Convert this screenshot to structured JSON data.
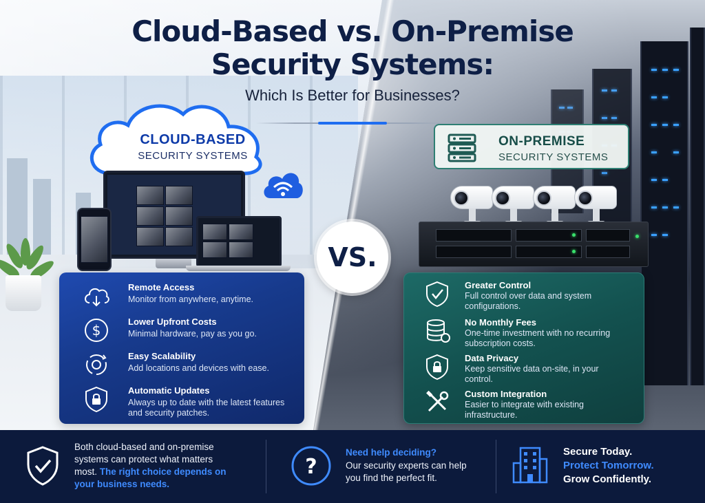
{
  "title": {
    "line1": "Cloud-Based vs. On-Premise",
    "line2": "Security Systems:",
    "subtitle": "Which Is Better for Businesses?"
  },
  "cloud": {
    "title": "CLOUD-BASED",
    "subtitle": "SECURITY SYSTEMS"
  },
  "onprem": {
    "title": "ON-PREMISE",
    "subtitle": "SECURITY SYSTEMS"
  },
  "vs_label": "VS.",
  "cloud_features": [
    {
      "icon": "cloud-download-icon",
      "title": "Remote Access",
      "desc": "Monitor from anywhere, anytime."
    },
    {
      "icon": "dollar-circle-icon",
      "title": "Lower Upfront Costs",
      "desc": "Minimal hardware, pay as you go."
    },
    {
      "icon": "scale-arrows-icon",
      "title": "Easy Scalability",
      "desc": "Add locations and devices with ease."
    },
    {
      "icon": "shield-lock-icon",
      "title": "Automatic Updates",
      "desc": "Always up to date with the latest features and security patches."
    }
  ],
  "onprem_features": [
    {
      "icon": "shield-check-icon",
      "title": "Greater Control",
      "desc": "Full control over data and system configurations."
    },
    {
      "icon": "database-icon",
      "title": "No Monthly Fees",
      "desc": "One-time investment with no recurring subscription costs."
    },
    {
      "icon": "lock-icon",
      "title": "Data Privacy",
      "desc": "Keep sensitive data on-site, in your control."
    },
    {
      "icon": "wrench-icon",
      "title": "Custom Integration",
      "desc": "Easier to integrate with existing infrastructure."
    }
  ],
  "footer": {
    "col1_text": "Both cloud-based and on-premise systems can protect what matters most.",
    "col1_accent": "The right choice depends on your business needs.",
    "col2_title": "Need help deciding?",
    "col2_text": "Our security experts can help you find the perfect fit.",
    "col3_line1": "Secure Today.",
    "col3_line2": "Protect Tomorrow.",
    "col3_line3": "Grow Confidently."
  },
  "colors": {
    "navy": "#0e1f46",
    "blue_accent": "#1f6df0",
    "footer_bg": "#0c1a3c",
    "footer_accent": "#3f8bff",
    "teal": "#13514f"
  }
}
